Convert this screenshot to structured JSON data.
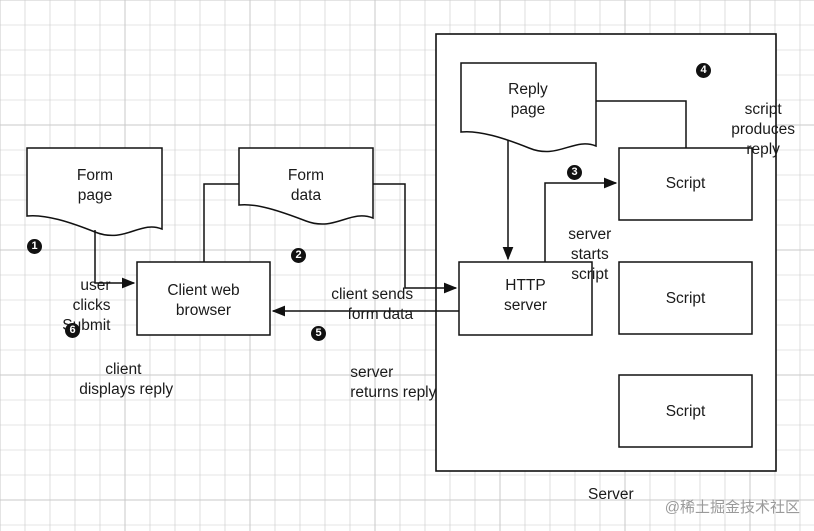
{
  "documents": {
    "form_page": "Form\npage",
    "form_data": "Form\ndata",
    "reply_page": "Reply\npage"
  },
  "boxes": {
    "client_browser": "Client web\nbrowser",
    "http_server": "HTTP\nserver",
    "script_1": "Script",
    "script_2": "Script",
    "script_3": "Script"
  },
  "container": {
    "label": "Server"
  },
  "steps": [
    {
      "number": "1",
      "text": "user\nclicks\nSubmit"
    },
    {
      "number": "2",
      "text": "client sends\nform data"
    },
    {
      "number": "3",
      "text": "server\nstarts\nscript"
    },
    {
      "number": "4",
      "text": "script\nproduces\nreply"
    },
    {
      "number": "5",
      "text": "server\nreturns reply"
    },
    {
      "number": "6",
      "text": "client\ndisplays reply"
    }
  ],
  "watermark": "@稀土掘金技术社区",
  "colors": {
    "grid": "#c9c9c9",
    "stroke": "#111111",
    "background": "#ffffff"
  }
}
